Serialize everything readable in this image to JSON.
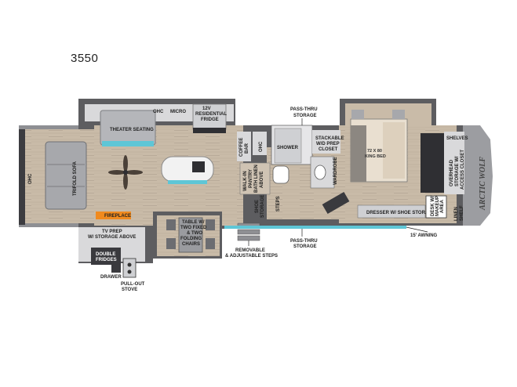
{
  "model": "3550",
  "labels": {
    "pass_thru_storage_top": [
      "PASS-THRU",
      "STORAGE"
    ],
    "pass_thru_storage_bottom": [
      "PASS-THRU",
      "STORAGE"
    ],
    "ohc_top_left": "OHC",
    "micro": "MICRO",
    "fridge": [
      "12V",
      "RESIDENTIAL",
      "FRIDGE"
    ],
    "theater_seating": "THEATER SEATING",
    "ohc_rear": "OHC",
    "trifold_sofa": "TRIFOLD SOFA",
    "fireplace": "FIREPLACE",
    "tv_prep": [
      "TV PREP",
      "W/ STORAGE ABOVE"
    ],
    "double_fridges": [
      "DOUBLE",
      "FRIDGES"
    ],
    "drawer": "DRAWER",
    "pull_out_stove": [
      "PULL-OUT",
      "STOVE"
    ],
    "table": [
      "TABLE W/",
      "TWO FIXED",
      "& TWO",
      "FOLDING",
      "CHAIRS"
    ],
    "coffee_bar": [
      "COFFEE",
      "BAR"
    ],
    "ohc_mid": "OHC",
    "walk_in_pantry": [
      "WALK-IN",
      "PANTRY",
      "BATH LINEN",
      "ABOVE"
    ],
    "shoe_storage_mid": [
      "SHOE",
      "STORAGE"
    ],
    "steps_mid": "STEPS",
    "shower": "SHOWER",
    "closet": [
      "STACKABLE",
      "W/D PREP",
      "CLOSET"
    ],
    "king_bed": [
      "72 X 80",
      "KING BED"
    ],
    "wardrobe": "WARDROBE",
    "dresser": "DRESSER W/ SHOE STORAGE",
    "shelves": "SHELVES",
    "overhead_storage": [
      "OVERHEAD",
      "STORAGE W/",
      "ACCESS CLOSET"
    ],
    "desk": [
      "DESK W/",
      "MAKEUP",
      "AREA"
    ],
    "linen_shelf": [
      "LINEN",
      "SHELF"
    ],
    "removable_steps": [
      "REMOVABLE",
      "& ADJUSTABLE STEPS"
    ],
    "awning": "15' AWNING",
    "brand": "ARCTIC WOLF"
  },
  "colors": {
    "wall_dark": "#5d5d60",
    "wall_mid": "#8e8f93",
    "wood": "#c9bba8",
    "wood_grain": "#a8998a",
    "cabinet": "#d9d9db",
    "accent_blue": "#5ec6d6",
    "fireplace_orange": "#f08a1e",
    "bed": "#e9dfd0",
    "bedspread": "#8c8781",
    "dark_panel": "#2f2f33"
  }
}
